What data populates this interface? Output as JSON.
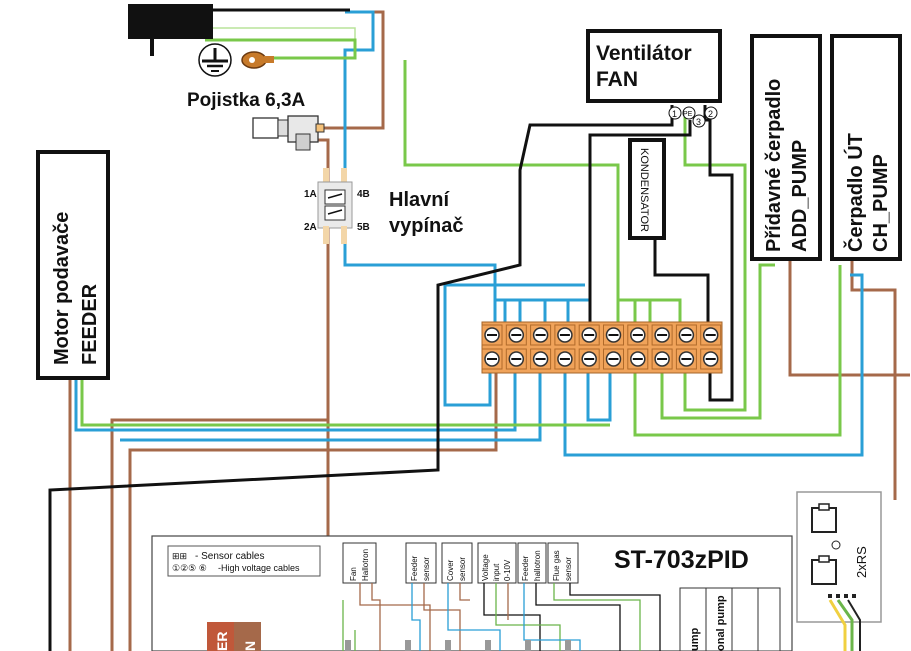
{
  "labels": {
    "fuse": "Pojistka 6,3A",
    "main_switch_line1": "Hlavní",
    "main_switch_line2": "vypínač",
    "fan_line1": "Ventilátor",
    "fan_line2": "FAN",
    "condenser": "KONDENSATOR",
    "add_pump_line1": "Přídavné čerpadlo",
    "add_pump_line2": "ADD_PUMP",
    "ch_pump_line1": "Čerpadlo ÚT",
    "ch_pump_line2": "CH_PUMP",
    "feeder_line1": "Motor podavače",
    "feeder_line2": "FEEDER",
    "controller_model": "ST-703zPID",
    "rs_ports": "2xRS"
  },
  "switch_terminals": {
    "t1a": "1A",
    "t4b": "4B",
    "t2a": "2A",
    "t5b": "5B"
  },
  "fan_terminals": {
    "t1": "1",
    "pe": "PE",
    "t3": "3",
    "t2": "2"
  },
  "legend": {
    "sensor_symbol": "⊞⊞",
    "sensor_text": "- Sensor cables",
    "hv_symbol": "①②⑤ ⑥",
    "hv_text": "-High voltage cables"
  },
  "connectors": [
    {
      "line1": "Fan",
      "line2": "Hallotron"
    },
    {
      "line1": "Feeder",
      "line2": "sensor"
    },
    {
      "line1": "Cover",
      "line2": "sensor"
    },
    {
      "line1": "Voltage",
      "line2": "input",
      "line3": "0-10V"
    },
    {
      "line1": "Feeder",
      "line2": "hallotron"
    },
    {
      "line1": "Flue gas",
      "line2": "sensor"
    }
  ],
  "partial_labels": {
    "feeder_bottom_1": "ER",
    "feeder_bottom_2": "N",
    "pump_cut": "ump",
    "add_pump_cut": "onal pump"
  },
  "colors": {
    "blue_wire": "#2a9fd6",
    "green_wire": "#79c84a",
    "brown_wire": "#a5694a",
    "black_wire": "#111111",
    "terminal_orange": "#f0a35a"
  }
}
